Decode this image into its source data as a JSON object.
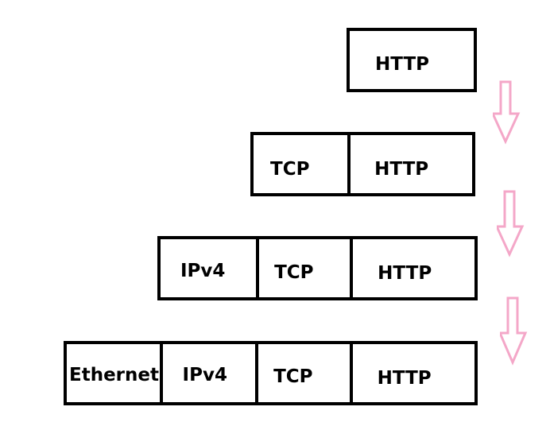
{
  "colors": {
    "box_stroke": "#000000",
    "arrow_stroke": "#f4a7c8",
    "background": "#ffffff"
  },
  "rows": [
    {
      "layers": [
        "HTTP"
      ]
    },
    {
      "layers": [
        "TCP",
        "HTTP"
      ]
    },
    {
      "layers": [
        "IPv4",
        "TCP",
        "HTTP"
      ]
    },
    {
      "layers": [
        "Ethernet",
        "IPv4",
        "TCP",
        "HTTP"
      ]
    }
  ],
  "arrows": [
    {
      "icon": "down-arrow-icon"
    },
    {
      "icon": "down-arrow-icon"
    },
    {
      "icon": "down-arrow-icon"
    }
  ]
}
